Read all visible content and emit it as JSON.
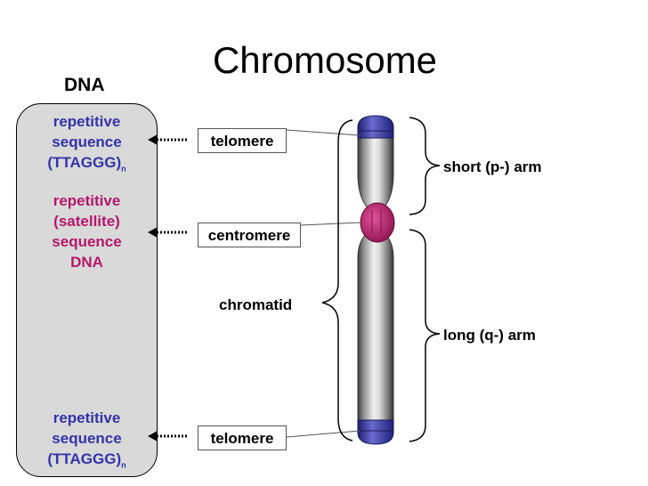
{
  "title": "Chromosome",
  "dna_panel": {
    "heading": "DNA",
    "top_seq": {
      "line1": "repetitive",
      "line2": "sequence",
      "line3": "(TTAGGG)",
      "sub": "n"
    },
    "mid_seq": {
      "line1": "repetitive",
      "line2": "(satellite)",
      "line3": "sequence",
      "line4": "DNA"
    },
    "bottom_seq": {
      "line1": "repetitive",
      "line2": "sequence",
      "line3": "(TTAGGG)",
      "sub": "n"
    }
  },
  "labels": {
    "telomere_top": "telomere",
    "centromere": "centromere",
    "chromatid": "chromatid",
    "telomere_bottom": "telomere",
    "short_arm": "short (p-) arm",
    "long_arm": "long (q-) arm"
  },
  "colors": {
    "blue_text": "#3333aa",
    "magenta_text": "#b5176b",
    "telomere_cap": "#4b4bb0",
    "centromere": "#c2185b",
    "panel_bg": "#d9d9d9"
  }
}
